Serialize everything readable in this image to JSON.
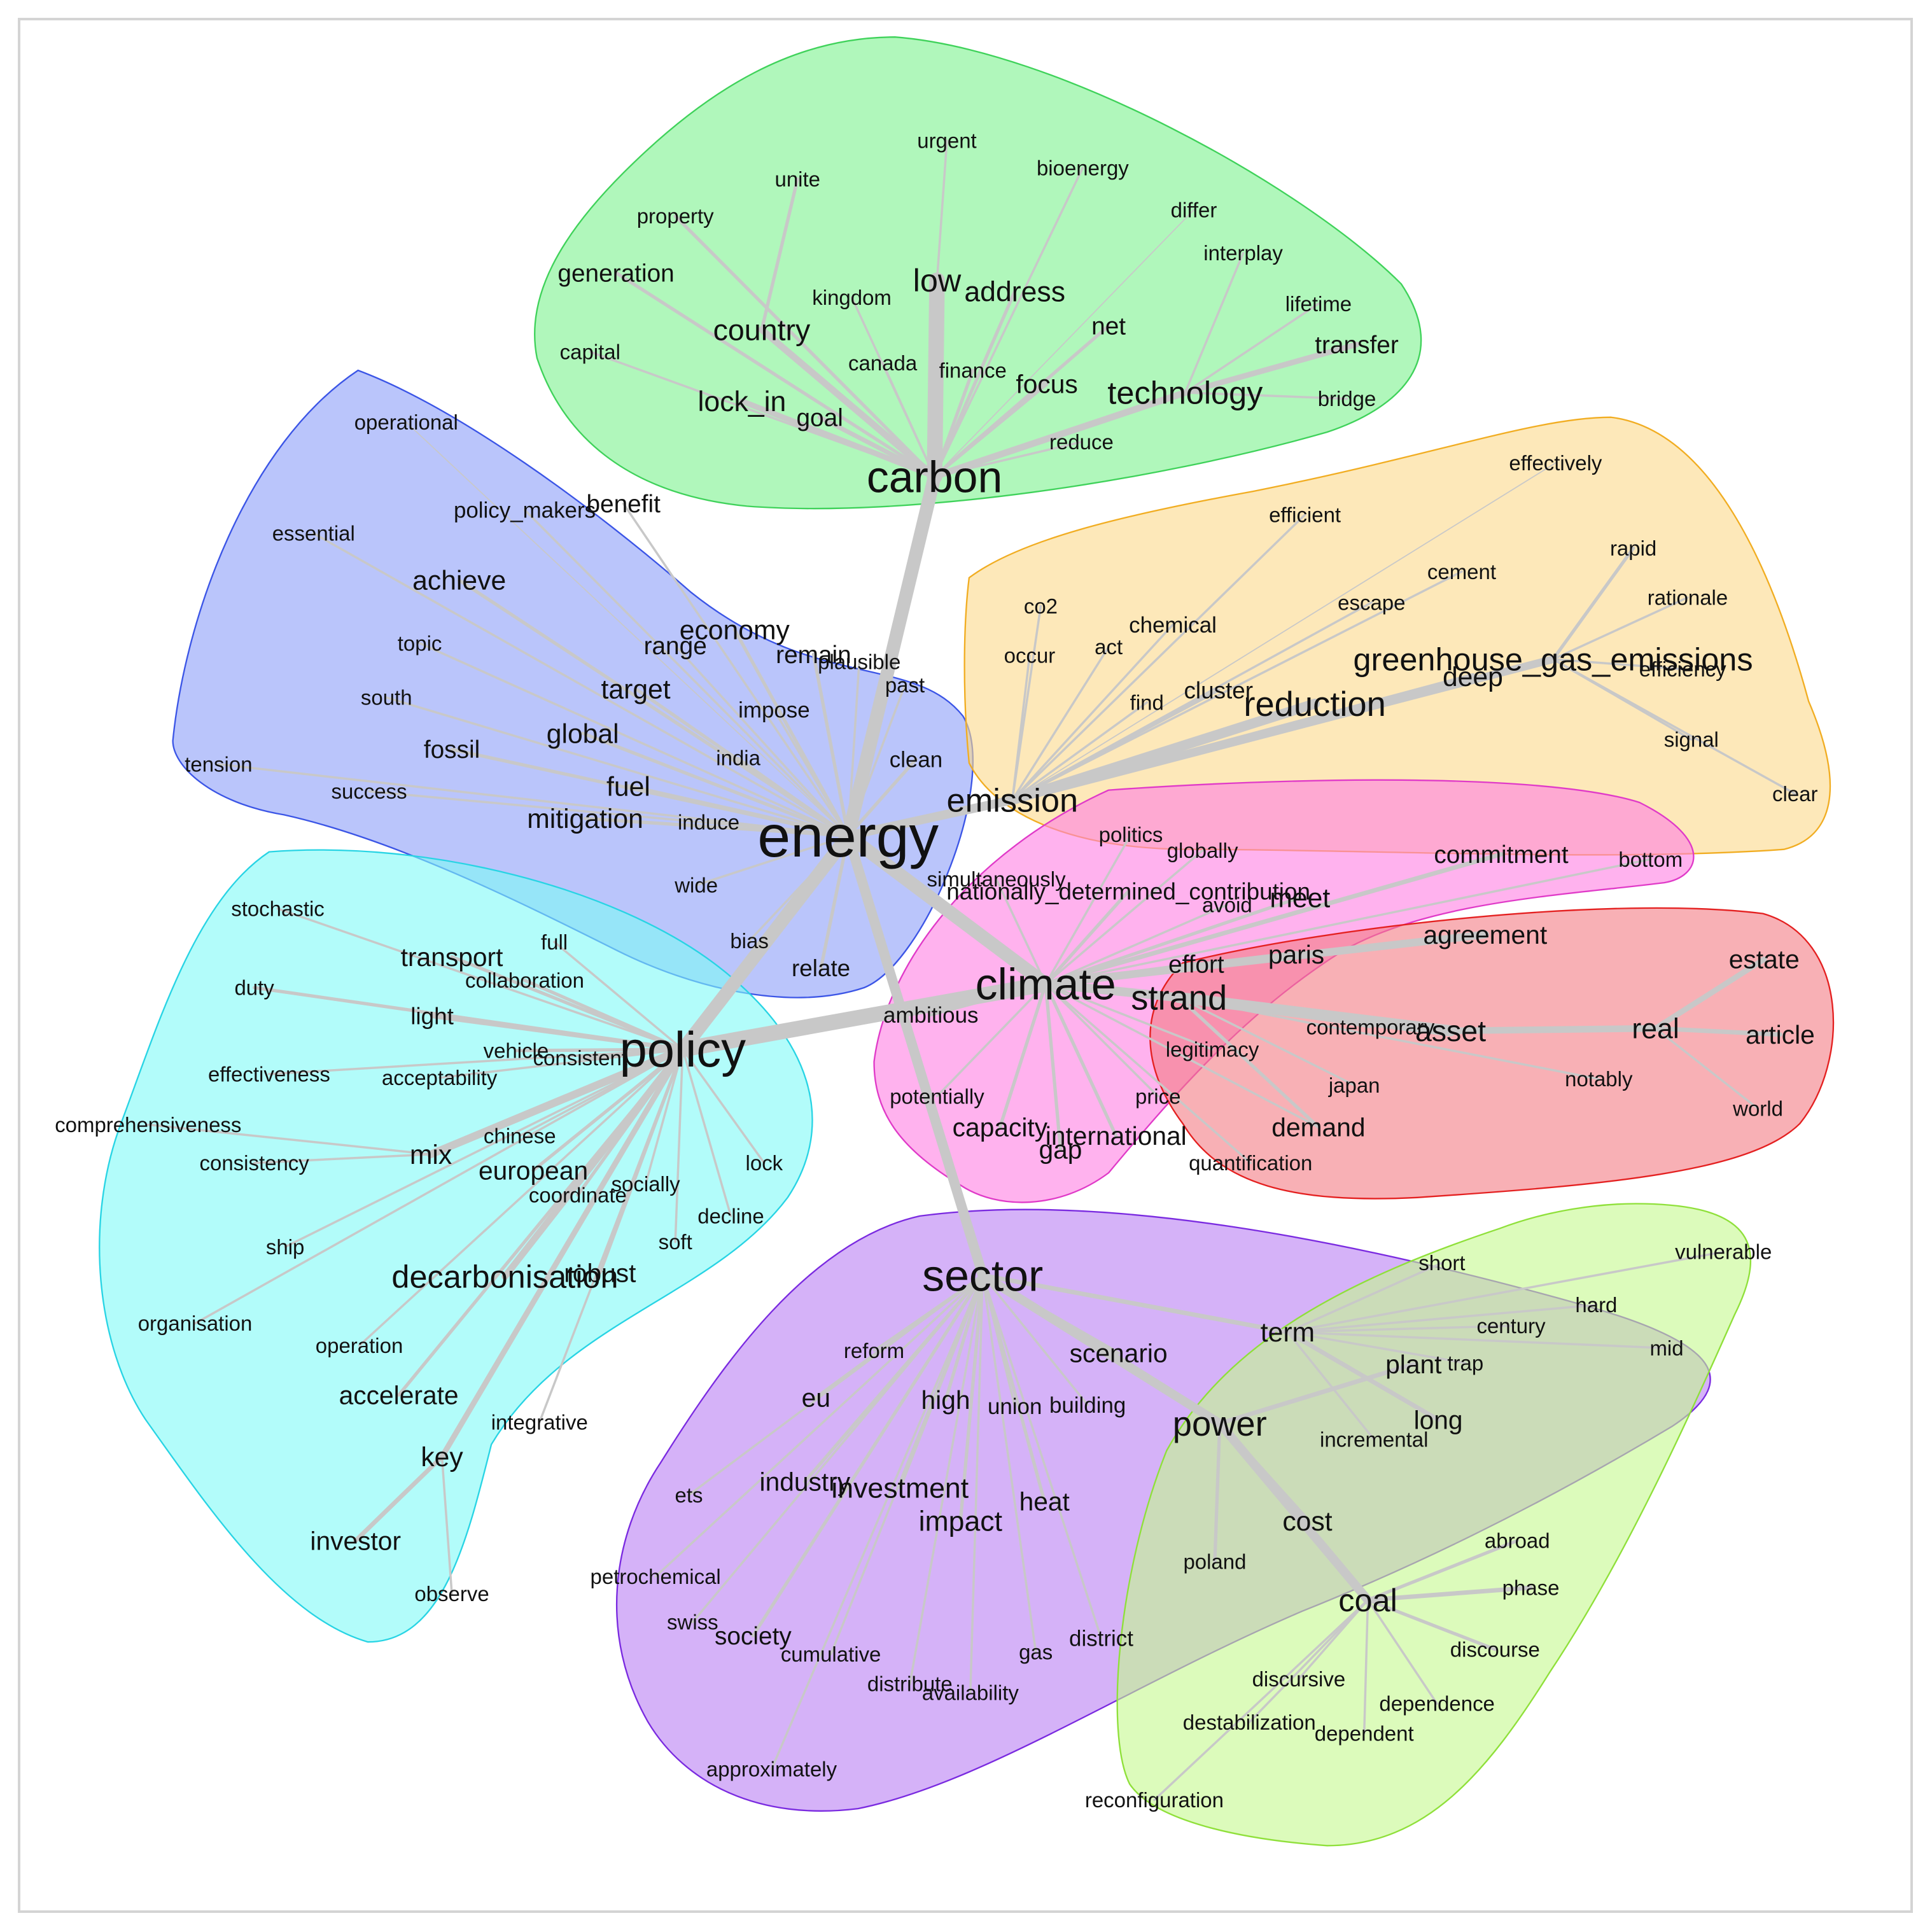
{
  "colors": {
    "edge": "#c8c8c8",
    "label": "#111111",
    "frame": "#d4d4d4",
    "clusters": {
      "carbon": {
        "fill": "#7cf28e",
        "stroke": "#3fd25a"
      },
      "energy": {
        "fill": "#8c9ff8",
        "stroke": "#3b55e6"
      },
      "emission": {
        "fill": "#fbd98a",
        "stroke": "#f1ad22"
      },
      "climate": {
        "fill": "#ff7fe2",
        "stroke": "#e03ac8"
      },
      "strand": {
        "fill": "#f47c84",
        "stroke": "#e42020"
      },
      "policy": {
        "fill": "#7ffaf7",
        "stroke": "#28d4e4"
      },
      "sector": {
        "fill": "#b97ff4",
        "stroke": "#7a2ae0"
      },
      "coal": {
        "fill": "#c4f98e",
        "stroke": "#8fe03a"
      }
    }
  },
  "hubs": [
    {
      "id": "energy",
      "label": "energy",
      "cluster": "energy"
    },
    {
      "id": "carbon",
      "label": "carbon",
      "cluster": "carbon"
    },
    {
      "id": "policy",
      "label": "policy",
      "cluster": "policy"
    },
    {
      "id": "climate",
      "label": "climate",
      "cluster": "climate"
    },
    {
      "id": "sector",
      "label": "sector",
      "cluster": "sector"
    },
    {
      "id": "emission",
      "label": "emission",
      "cluster": "emission"
    },
    {
      "id": "reduction",
      "label": "reduction",
      "cluster": "emission"
    },
    {
      "id": "strand",
      "label": "strand",
      "cluster": "strand"
    },
    {
      "id": "power",
      "label": "power",
      "cluster": "sector"
    },
    {
      "id": "coal",
      "label": "coal",
      "cluster": "coal"
    },
    {
      "id": "term",
      "label": "term",
      "cluster": "sector"
    },
    {
      "id": "country",
      "label": "country",
      "cluster": "carbon"
    },
    {
      "id": "technology",
      "label": "technology",
      "cluster": "carbon"
    },
    {
      "id": "asset",
      "label": "asset",
      "cluster": "strand"
    },
    {
      "id": "real",
      "label": "real",
      "cluster": "strand"
    },
    {
      "id": "mix",
      "label": "mix",
      "cluster": "policy"
    }
  ],
  "words": [
    "urgent",
    "unite",
    "bioenergy",
    "property",
    "differ",
    "interplay",
    "generation",
    "kingdom",
    "low",
    "address",
    "lifetime",
    "capital",
    "net",
    "transfer",
    "canada",
    "finance",
    "focus",
    "bridge",
    "lock_in",
    "goal",
    "reduce",
    "operational",
    "benefit",
    "policy_makers",
    "essential",
    "achieve",
    "economy",
    "range",
    "remain",
    "plausible",
    "topic",
    "target",
    "past",
    "south",
    "impose",
    "global",
    "fossil",
    "india",
    "clean",
    "tension",
    "success",
    "fuel",
    "mitigation",
    "induce",
    "wide",
    "bias",
    "relate",
    "effectively",
    "efficient",
    "rapid",
    "cement",
    "rationale",
    "co2",
    "escape",
    "chemical",
    "act",
    "occur",
    "greenhouse_gas_emissions",
    "deep",
    "efficiency",
    "find",
    "cluster",
    "signal",
    "clear",
    "politics",
    "globally",
    "commitment",
    "bottom",
    "simultaneously",
    "nationally_determined_contribution",
    "avoid",
    "meet",
    "agreement",
    "effort",
    "paris",
    "estate",
    "ambitious",
    "contemporary",
    "article",
    "legitimacy",
    "japan",
    "notably",
    "potentially",
    "price",
    "world",
    "capacity",
    "international",
    "demand",
    "gap",
    "quantification",
    "stochastic",
    "transport",
    "full",
    "collaboration",
    "duty",
    "light",
    "vehicle",
    "consistent",
    "effectiveness",
    "acceptability",
    "comprehensiveness",
    "chinese",
    "lock",
    "consistency",
    "european",
    "socially",
    "coordinate",
    "decline",
    "soft",
    "ship",
    "decarbonisation",
    "robust",
    "organisation",
    "operation",
    "accelerate",
    "integrative",
    "key",
    "investor",
    "observe",
    "short",
    "vulnerable",
    "hard",
    "century",
    "mid",
    "reform",
    "scenario",
    "plant",
    "trap",
    "eu",
    "high",
    "union",
    "building",
    "long",
    "incremental",
    "ets",
    "industry",
    "investment",
    "heat",
    "impact",
    "cost",
    "poland",
    "abroad",
    "petrochemical",
    "phase",
    "swiss",
    "society",
    "cumulative",
    "district",
    "discourse",
    "gas",
    "distribute",
    "availability",
    "discursive",
    "dependence",
    "destabilization",
    "dependent",
    "approximately",
    "reconfiguration"
  ]
}
